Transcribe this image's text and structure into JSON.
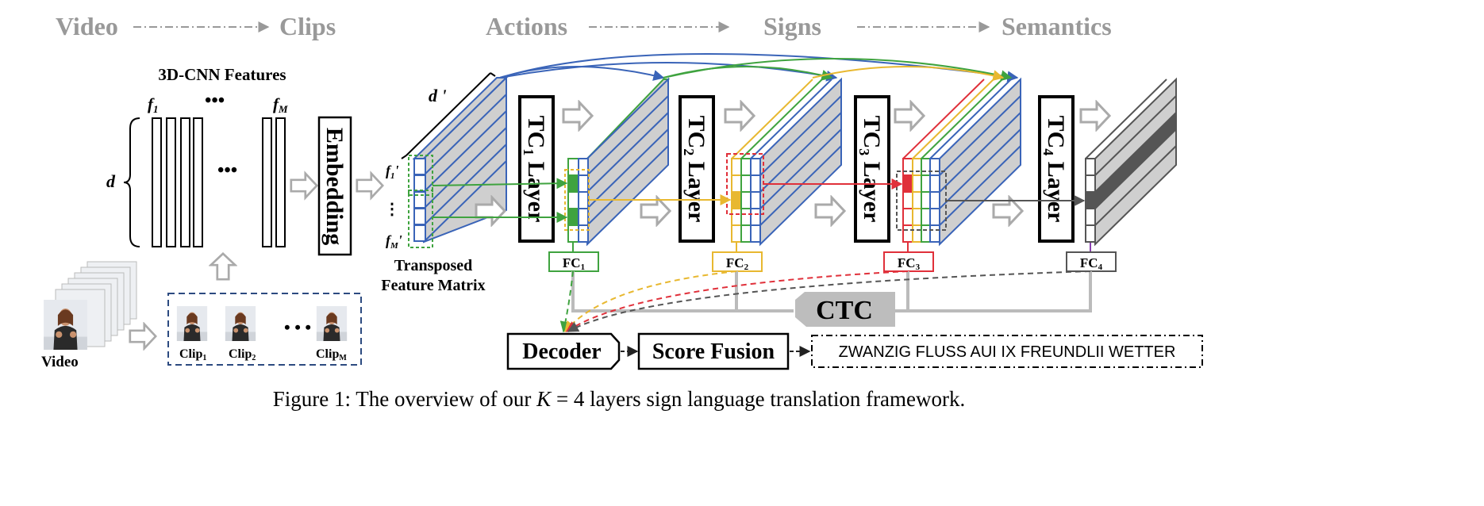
{
  "stages": {
    "video": "Video",
    "clips": "Clips",
    "actions": "Actions",
    "signs": "Signs",
    "semantics": "Semantics"
  },
  "features": {
    "title": "3D-CNN Features",
    "f_first": "f",
    "f_first_sub": "1",
    "f_last": "f",
    "f_last_sub": "M",
    "dim": "d",
    "ellipsis": "•••"
  },
  "embedding": "Embedding",
  "transposed": {
    "line1": "Transposed",
    "line2": "Feature Matrix",
    "dprime": "d '",
    "f1prime": "f",
    "f1prime_sub": "1",
    "fMprime": "f",
    "fMprime_sub": "M",
    "prime": "'"
  },
  "video_label": "Video",
  "clips": [
    {
      "name": "Clip",
      "sub": "1"
    },
    {
      "name": "Clip",
      "sub": "2"
    },
    {
      "name": "Clip",
      "sub": "M"
    }
  ],
  "tc_layers": [
    {
      "pre": "TC",
      "sub": "1",
      "post": " Layer"
    },
    {
      "pre": "TC",
      "sub": "2",
      "post": " Layer"
    },
    {
      "pre": "TC",
      "sub": "3",
      "post": " Layer"
    },
    {
      "pre": "TC",
      "sub": "4",
      "post": " Layer"
    }
  ],
  "fc_layers": [
    {
      "pre": "FC",
      "sub": "1",
      "color": "#3fa33f"
    },
    {
      "pre": "FC",
      "sub": "2",
      "color": "#e8b830"
    },
    {
      "pre": "FC",
      "sub": "3",
      "color": "#e0303a"
    },
    {
      "pre": "FC",
      "sub": "4",
      "color": "#555555"
    }
  ],
  "ctc": "CTC",
  "decoder": "Decoder",
  "score_fusion": "Score Fusion",
  "output_sentence": "ZWANZIG FLUSS AUI IX FREUNDLII WETTER",
  "caption": {
    "prefix": "Figure 1: The overview of our ",
    "k": "K",
    "eq": " = 4",
    "suffix": " layers sign language translation framework."
  },
  "colors": {
    "blue": "#3a64b8",
    "green": "#3fa33f",
    "yellow": "#e8b830",
    "red": "#e0303a",
    "gray_stage": "#999999",
    "block_fill": "#cfcfcf"
  }
}
